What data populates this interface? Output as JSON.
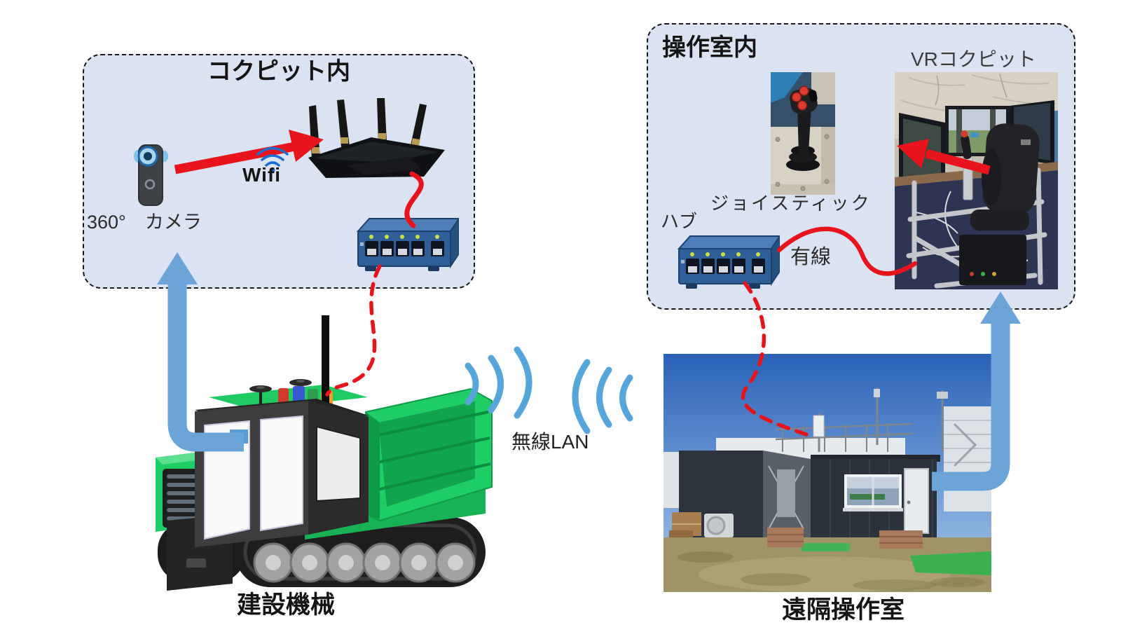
{
  "labels": {
    "cockpit_panel_title": "コクピット内",
    "camera": "360°　カメラ",
    "wifi": "Wifi",
    "wireless_lan": "無線LAN",
    "machine": "建設機械",
    "operation_panel_title": "操作室内",
    "vr_cockpit": "VRコクピット",
    "joystick": "ジョイスティック",
    "hub": "ハブ",
    "wired": "有線",
    "remote_room": "遠隔操作室"
  },
  "colors": {
    "panel_bg": "#dbe3f3",
    "panel_border": "#1a1a1a",
    "signal_red": "#e8141b",
    "arrow_blue": "#6ba4d8",
    "wifi_arc_blue": "#57a6da",
    "wifi_icon_blue": "#1a6fd4",
    "device_blue_top": "#4d7eb8",
    "device_blue_front": "#2f5f98",
    "machine_green": "#1fcd66"
  }
}
